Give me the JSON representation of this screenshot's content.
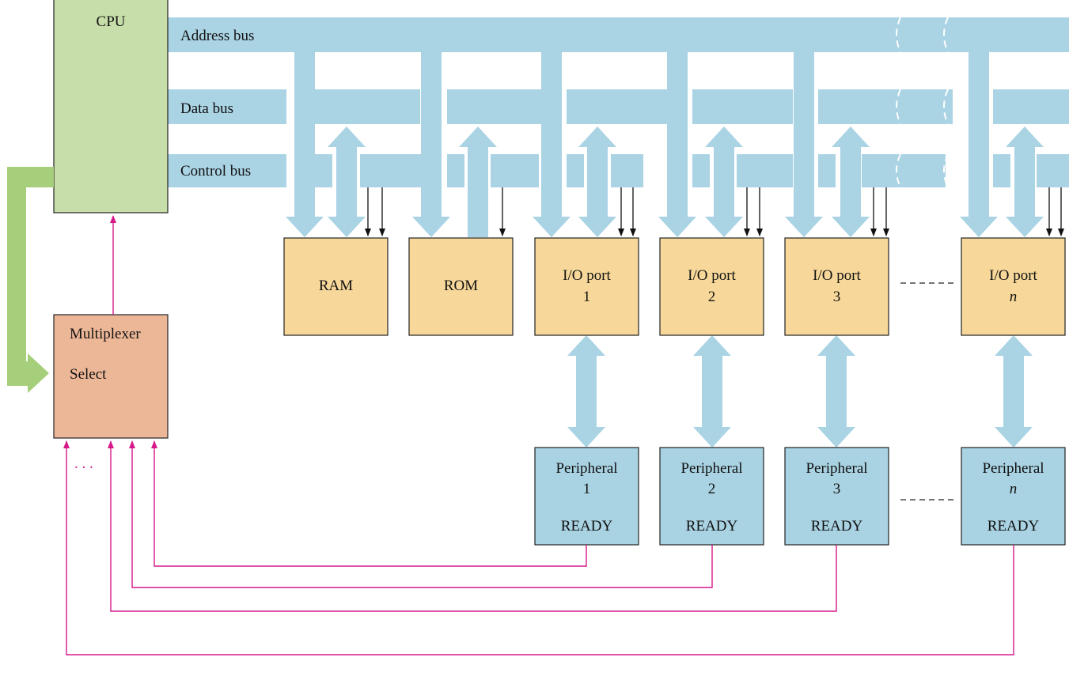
{
  "colors": {
    "bus": "#aad3e4",
    "cpu": "#c8deaa",
    "mux": "#ecb797",
    "memory": "#f7d89a",
    "peripheral": "#a9d3e3",
    "select_path": "#a6cf7b",
    "ready_line": "#d6198a"
  },
  "cpu": {
    "label": "CPU"
  },
  "buses": {
    "address": "Address bus",
    "data": "Data bus",
    "control": "Control bus"
  },
  "mux": {
    "label": "Multiplexer",
    "select": "Select",
    "dots": ". . ."
  },
  "modules": [
    {
      "line1": "RAM",
      "line2": ""
    },
    {
      "line1": "ROM",
      "line2": ""
    },
    {
      "line1": "I/O port",
      "line2": "1"
    },
    {
      "line1": "I/O port",
      "line2": "2"
    },
    {
      "line1": "I/O port",
      "line2": "3"
    },
    {
      "line1": "I/O port",
      "line2": "n"
    }
  ],
  "peripherals": [
    {
      "line1": "Peripheral",
      "line2": "1",
      "ready": "READY"
    },
    {
      "line1": "Peripheral",
      "line2": "2",
      "ready": "READY"
    },
    {
      "line1": "Peripheral",
      "line2": "3",
      "ready": "READY"
    },
    {
      "line1": "Peripheral",
      "line2": "n",
      "ready": "READY"
    }
  ]
}
